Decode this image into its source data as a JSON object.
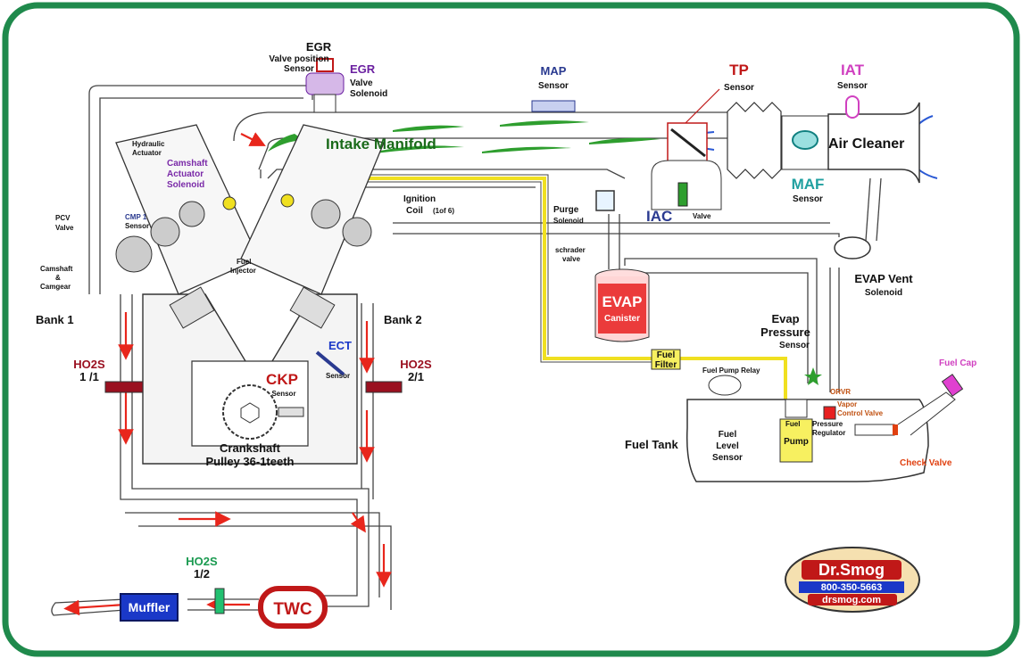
{
  "labels": {
    "egr": "EGR",
    "egr_vps": "Valve position",
    "egr_vps2": "Sensor",
    "egr_sol": "EGR",
    "egr_sol2": "Valve",
    "egr_sol3": "Solenoid",
    "map": "MAP",
    "map2": "Sensor",
    "tp": "TP",
    "tp2": "Sensor",
    "iat": "IAT",
    "iat2": "Sensor",
    "intake_manifold": "Intake Manifold",
    "air_cleaner": "Air Cleaner",
    "maf": "MAF",
    "maf2": "Sensor",
    "iac": "IAC",
    "iac_valve": "Valve",
    "hydraulic": "Hydraulic",
    "actuator": "Actuator",
    "cam_act1": "Camshaft",
    "cam_act2": "Actuator",
    "cam_act3": "Solenoid",
    "pcv": "PCV",
    "pcv2": "Valve",
    "cmp": "CMP 1",
    "cmp2": "Sensor",
    "camshaft": "Camshaft",
    "amp": "&",
    "camgear": "Camgear",
    "ignition": "Ignition",
    "coil": "Coil",
    "coil_note": "(1of 6)",
    "fuel_injector": "Fuel",
    "fuel_injector2": "Injector",
    "purge": "Purge",
    "purge2": "Solenoid",
    "schrader": "schrader",
    "schrader2": "valve",
    "evap": "EVAP",
    "canister": "Canister",
    "evap_vent": "EVAP Vent",
    "evap_vent2": "Solenoid",
    "bank1": "Bank 1",
    "bank2": "Bank 2",
    "ect": "ECT",
    "ect2": "Sensor",
    "ckp": "CKP",
    "ckp2": "Sensor",
    "crankshaft": "Crankshaft",
    "pulley": "Pulley 36-1teeth",
    "ho2s_11": "HO2S",
    "ho2s_11b": "1 /1",
    "ho2s_21": "HO2S",
    "ho2s_21b": "2/1",
    "ho2s_12": "HO2S",
    "ho2s_12b": "1/2",
    "evap_press": "Evap",
    "evap_press2": "Pressure",
    "evap_press3": "Sensor",
    "fuel_filter": "Fuel",
    "fuel_filter2": "Filter",
    "fuel_pump_relay": "Fuel Pump Relay",
    "orvr": "ORVR",
    "vapor": "Vapor",
    "vapor2": "Control Valve",
    "fuel": "Fuel",
    "pressure_reg": "Pressure",
    "pressure_reg2": "Regulator",
    "fuel_cap": "Fuel Cap",
    "fuel_tank": "Fuel Tank",
    "fuel_level": "Fuel",
    "fuel_level2": "Level",
    "fuel_level3": "Sensor",
    "pump": "Pump",
    "check_valve": "Check Valve",
    "muffler": "Muffler",
    "twc": "TWC",
    "logo_name": "Dr.Smog",
    "logo_phone": "800-350-5663",
    "logo_site": "drsmog.com"
  },
  "colors": {
    "border": "#1f8a4c",
    "intake_flow": "#2e9e2e",
    "exhaust_flow": "#e8261c",
    "intake_air_arrows": "#2a59d4",
    "fuel_line": "#f0e020",
    "egr_label": "#6a1fa0",
    "map_label": "#2a3a90",
    "tp_label": "#c01818",
    "iat_label": "#d040c0",
    "maf_label": "#20a0a0",
    "cam_actuator_label": "#7a2aa8",
    "ho2s_label": "#9a1020",
    "ho2s_12_label": "#1a9a50",
    "muffler_fill": "#1a38c8",
    "twc_fill": "#c01818",
    "evap_canister": "#e82020",
    "fuel_cap": "#e040d0",
    "check_valve": "#e04010",
    "orvr": "#c05010"
  },
  "icons": [
    "crankshaft-gear-icon",
    "throttle-plate-icon",
    "maf-sensor-icon",
    "fuel-filter-icon"
  ]
}
